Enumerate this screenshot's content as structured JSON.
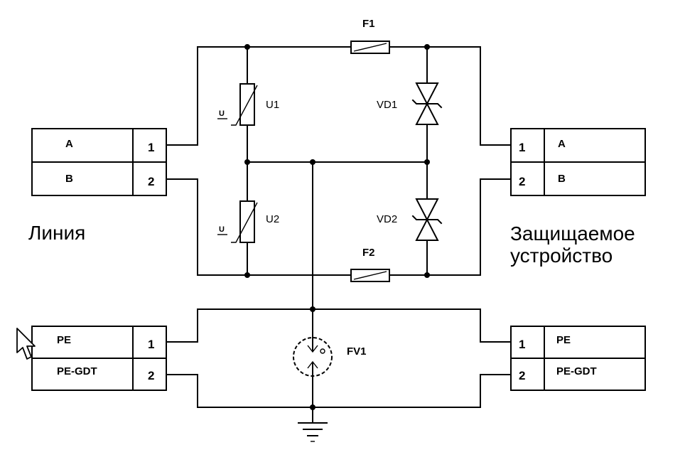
{
  "captions": {
    "line": "Линия",
    "protected_line1": "Защищаемое",
    "protected_line2": "устройство"
  },
  "connectors": {
    "left_top": {
      "rows": [
        {
          "signal": "A",
          "pin": "1"
        },
        {
          "signal": "B",
          "pin": "2"
        }
      ]
    },
    "right_top": {
      "rows": [
        {
          "signal": "A",
          "pin": "1"
        },
        {
          "signal": "B",
          "pin": "2"
        }
      ]
    },
    "left_bottom": {
      "rows": [
        {
          "signal": "PE",
          "pin": "1"
        },
        {
          "signal": "PE-GDT",
          "pin": "2"
        }
      ]
    },
    "right_bottom": {
      "rows": [
        {
          "signal": "PE",
          "pin": "1"
        },
        {
          "signal": "PE-GDT",
          "pin": "2"
        }
      ]
    }
  },
  "components": {
    "F1": {
      "label": "F1"
    },
    "F2": {
      "label": "F2"
    },
    "U1": {
      "label": "U1",
      "mark": "U"
    },
    "U2": {
      "label": "U2",
      "mark": "U"
    },
    "VD1": {
      "label": "VD1"
    },
    "VD2": {
      "label": "VD2"
    },
    "FV1": {
      "label": "FV1"
    }
  }
}
